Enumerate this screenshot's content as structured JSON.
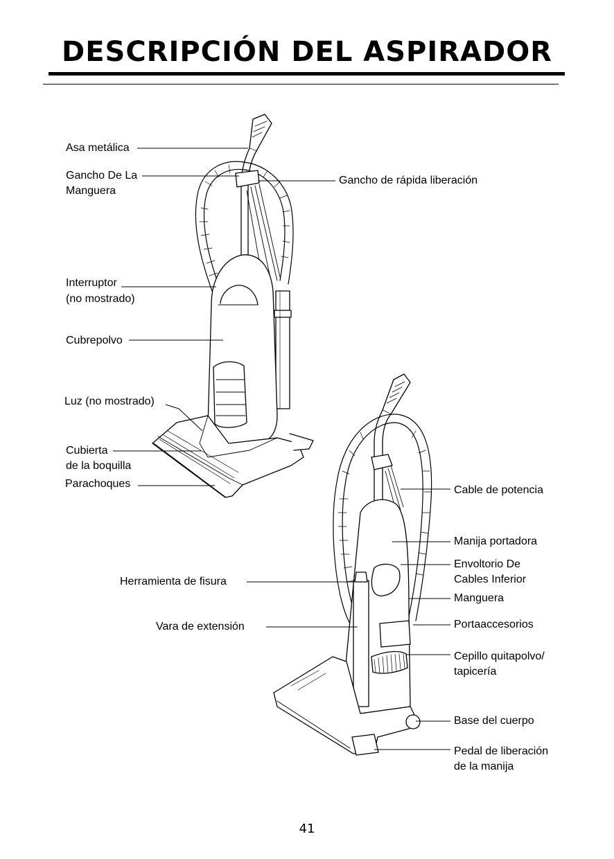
{
  "page": {
    "title": "DESCRIPCIÓN DEL ASPIRADOR",
    "page_number": "41"
  },
  "labels": {
    "asa_metalica": "Asa metálica",
    "gancho_manguera_1": "Gancho De La",
    "gancho_manguera_2": "Manguera",
    "gancho_rapida": "Gancho de rápida liberación",
    "interruptor_1": "Interruptor",
    "interruptor_2": "(no mostrado)",
    "cubrepolvo": "Cubrepolvo",
    "luz": "Luz (no mostrado)",
    "cubierta_1": "Cubierta",
    "cubierta_2": "de la boquilla",
    "parachoques": "Parachoques",
    "cable_potencia": "Cable de potencia",
    "manija_portadora": "Manija portadora",
    "envoltorio_1": "Envoltorio De",
    "envoltorio_2": "Cables Inferior",
    "manguera": "Manguera",
    "herramienta_fisura": "Herramienta de fisura",
    "portaaccesorios": "Portaaccesorios",
    "vara_extension": "Vara de extensión",
    "cepillo_1": "Cepillo quitapolvo/",
    "cepillo_2": "tapicería",
    "base_cuerpo": "Base del cuerpo",
    "pedal_1": "Pedal de liberación",
    "pedal_2": "de la manija"
  }
}
